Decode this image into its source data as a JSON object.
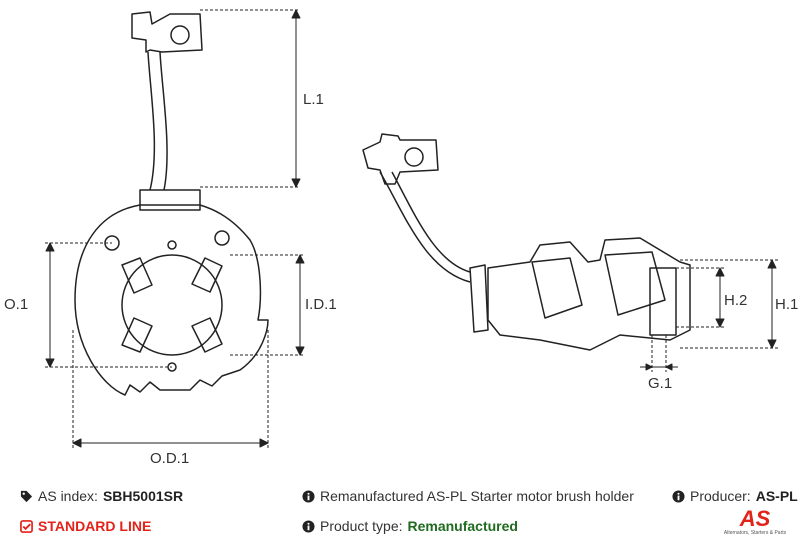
{
  "dimensions": {
    "L1": "L.1",
    "O1": "O.1",
    "ID1": "I.D.1",
    "OD1": "O.D.1",
    "H1": "H.1",
    "H2": "H.2",
    "G1": "G.1"
  },
  "footer": {
    "as_index_label": "AS index:",
    "as_index_value": "SBH5001SR",
    "line_label": "STANDARD LINE",
    "description": "Remanufactured AS-PL Starter motor brush holder",
    "product_type_label": "Product type:",
    "product_type_value": "Remanufactured",
    "producer_label": "Producer:",
    "producer_value": "AS-PL"
  },
  "logo": {
    "mark": "AS",
    "tagline": "Alternators, Starters & Parts"
  },
  "colors": {
    "accent_red": "#e2231a",
    "green": "#1f6b1f"
  },
  "icons": {
    "tag": "tags-icon",
    "check": "check-square-icon",
    "info": "info-circle-icon"
  }
}
